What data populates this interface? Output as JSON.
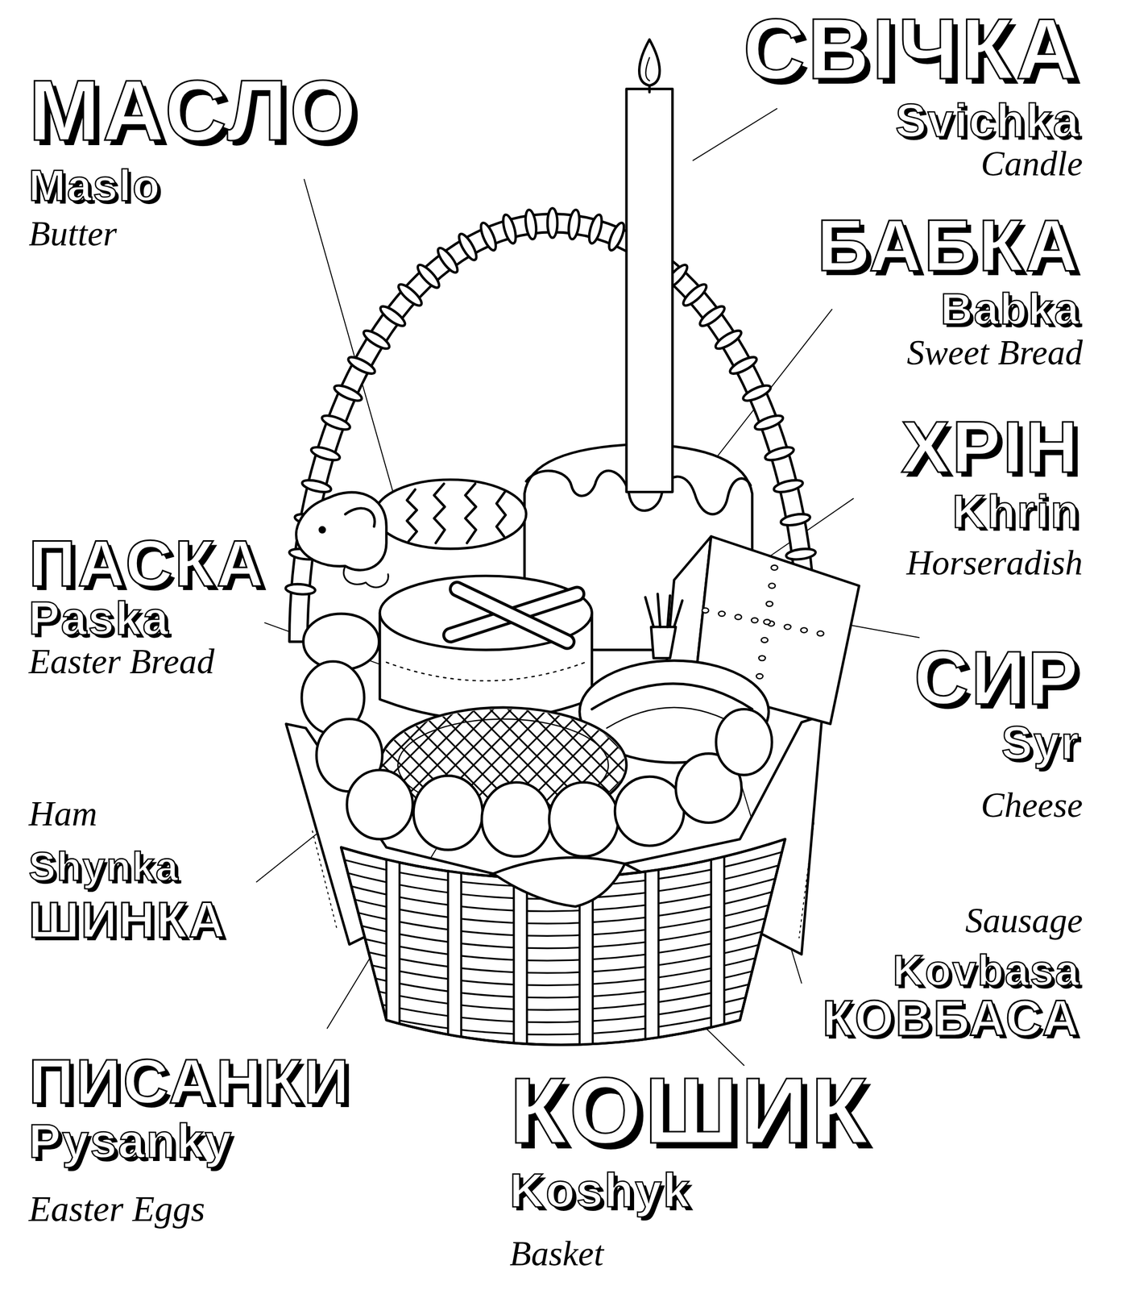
{
  "diagram": {
    "labels": [
      "МАСЛО",
      "Maslo",
      "Butter",
      "СВІЧКА",
      "Svichka",
      "Candle",
      "БАБКА",
      "Babka",
      "Sweet Bread",
      "ХРІН",
      "Khrin",
      "Horseradish",
      "ПАСКА",
      "Paska",
      "Easter Bread",
      "СИР",
      "Syr",
      "Cheese",
      "Ham",
      "Shynka",
      "ШИНКА",
      "Sausage",
      "Kovbasa",
      "КОВБАСА",
      "ПИСАНКИ",
      "Pysanky",
      "Easter Eggs",
      "КОШИК",
      "Koshyk",
      "Basket"
    ]
  }
}
